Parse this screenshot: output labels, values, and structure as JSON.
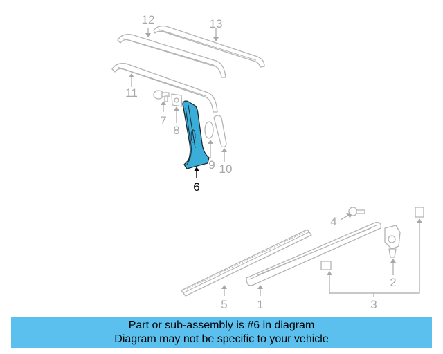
{
  "diagram": {
    "callouts": {
      "c1": "1",
      "c2": "2",
      "c3": "3",
      "c4": "4",
      "c5": "5",
      "c6": "6",
      "c7": "7",
      "c8": "8",
      "c9": "9",
      "c10": "10",
      "c11": "11",
      "c12": "12",
      "c13": "13"
    },
    "highlighted_part": "6",
    "colors": {
      "highlight": "#3aaed8",
      "banner": "#5bc0ee",
      "linework": "#b4b4b4"
    }
  },
  "banner": {
    "line1": "Part or sub-assembly is #6 in diagram",
    "line2": "Diagram may not be specific to your vehicle"
  }
}
